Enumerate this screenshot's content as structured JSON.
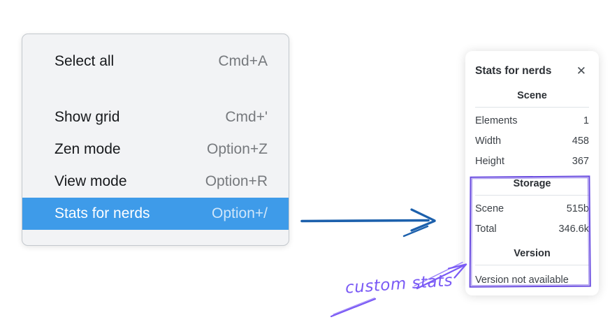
{
  "colors": {
    "menu_highlight": "#3e9be9",
    "menu_background": "#f2f3f5",
    "blue_arrow": "#1c60ac",
    "violet_annotation": "#6a4ce0",
    "violet_text": "#7a5af5"
  },
  "icons": {
    "close": "✕"
  },
  "menu": {
    "items": [
      {
        "label": "Select all",
        "shortcut": "Cmd+A",
        "selected": false
      },
      {
        "label": "Show grid",
        "shortcut": "Cmd+'",
        "selected": false
      },
      {
        "label": "Zen mode",
        "shortcut": "Option+Z",
        "selected": false
      },
      {
        "label": "View mode",
        "shortcut": "Option+R",
        "selected": false
      },
      {
        "label": "Stats for nerds",
        "shortcut": "Option+/",
        "selected": true
      }
    ]
  },
  "stats_panel": {
    "title": "Stats for nerds",
    "sections": [
      {
        "heading": "Scene",
        "rows": [
          {
            "label": "Elements",
            "value": "1"
          },
          {
            "label": "Width",
            "value": "458"
          },
          {
            "label": "Height",
            "value": "367"
          }
        ]
      },
      {
        "heading": "Storage",
        "rows": [
          {
            "label": "Scene",
            "value": "515b"
          },
          {
            "label": "Total",
            "value": "346.6k"
          }
        ]
      },
      {
        "heading": "Version",
        "note": "Version not available"
      }
    ]
  },
  "annotation": {
    "text": "custom stats"
  }
}
